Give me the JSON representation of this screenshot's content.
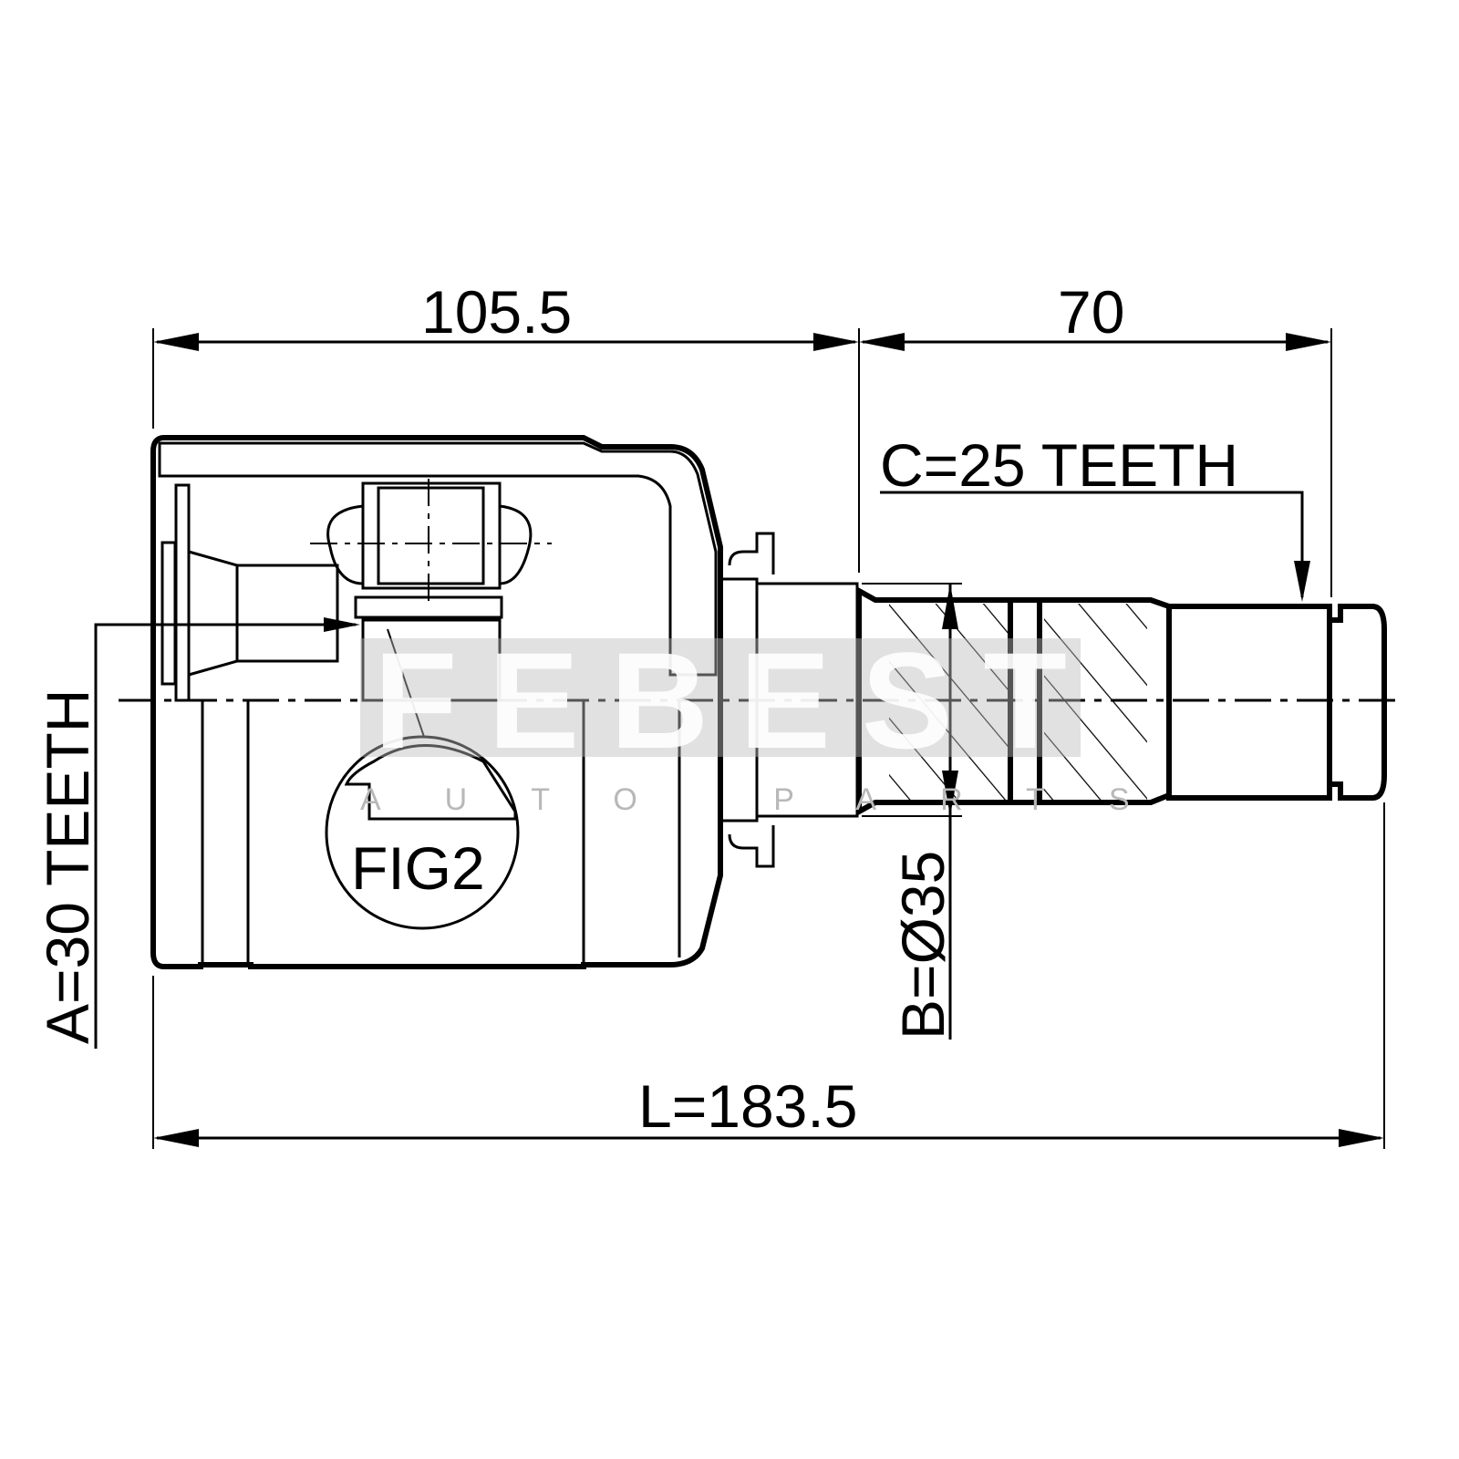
{
  "drawing": {
    "dimensions": {
      "housing_length": "105.5",
      "shaft_length": "70",
      "total_length": "L=183.5",
      "outer_spline": "C=25 TEETH",
      "inner_spline": "A=30 TEETH",
      "seal_diameter": "B=Ø35"
    },
    "detail_label": "FIG2",
    "watermark": {
      "brand": "FEBEST",
      "tagline": "AUTO PARTS"
    }
  }
}
